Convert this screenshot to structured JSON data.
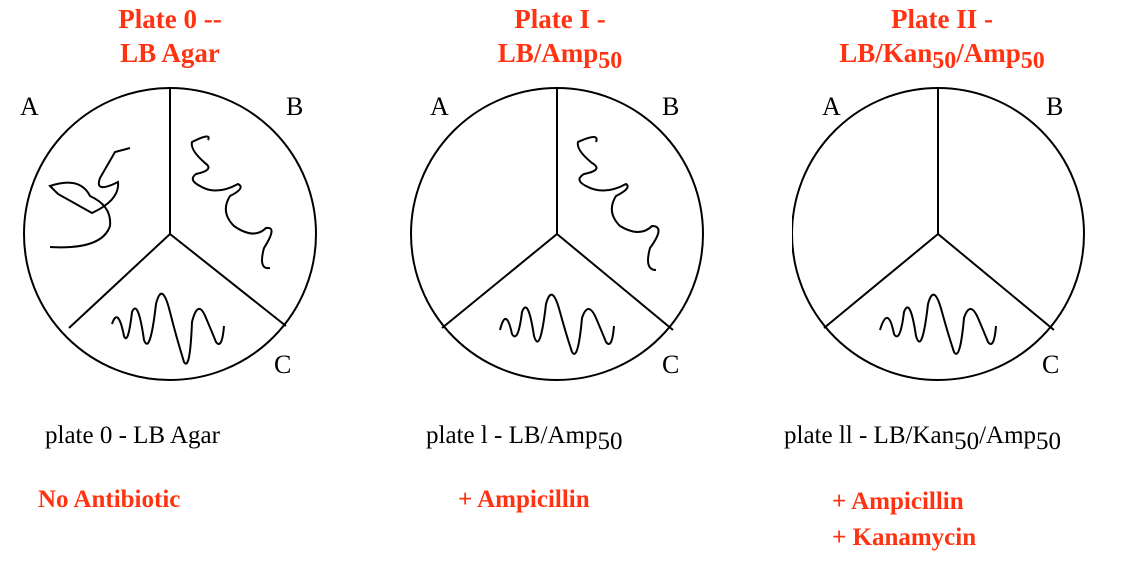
{
  "plates": [
    {
      "title_line1": "Plate 0 --",
      "title_line2": "LB Agar",
      "title_line2_sub": "",
      "title_line2_tail": "",
      "title_line2_sub2": "",
      "label_a": "A",
      "label_b": "B",
      "label_c": "C",
      "caption_text": "plate 0 - LB Agar",
      "caption_sub": "",
      "caption_mid": "",
      "caption_sub2": "",
      "notes": [
        "No Antibiotic"
      ]
    },
    {
      "title_line1": "Plate I -",
      "title_line2": "LB/Amp",
      "title_line2_sub": "50",
      "title_line2_tail": "",
      "title_line2_sub2": "",
      "label_a": "A",
      "label_b": "B",
      "label_c": "C",
      "caption_text": "plate l - LB/Amp",
      "caption_sub": "50",
      "caption_mid": "",
      "caption_sub2": "",
      "notes": [
        "+ Ampicillin"
      ]
    },
    {
      "title_line1": "Plate II -",
      "title_line2": "LB/Kan",
      "title_line2_sub": "50",
      "title_line2_tail": "/Amp",
      "title_line2_sub2": "50",
      "label_a": "A",
      "label_b": "B",
      "label_c": "C",
      "caption_text": "plate ll - LB/Kan",
      "caption_sub": "50",
      "caption_mid": "/Amp",
      "caption_sub2": "50",
      "notes": [
        "+ Ampicillin",
        "+ Kanamycin"
      ]
    }
  ],
  "colors": {
    "accent": "#ff3311",
    "ink": "#000000"
  }
}
